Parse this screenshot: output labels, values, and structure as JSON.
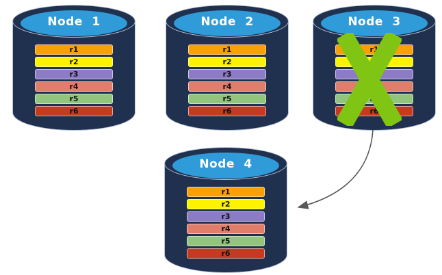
{
  "colors": {
    "background": "#FFFFFF",
    "cylinder_body": "#20304F",
    "cylinder_top": "#2F9CD9",
    "cylinder_outline": "#B7C4D4"
  },
  "row_colors": [
    "#F9A004",
    "#FDF300",
    "#8C7BC5",
    "#E07E6B",
    "#93C47D",
    "#C53B21"
  ],
  "nodes": [
    {
      "label": "Node 1",
      "failed": false,
      "rows": [
        "r1",
        "r2",
        "r3",
        "r4",
        "r5",
        "r6"
      ]
    },
    {
      "label": "Node 2",
      "failed": false,
      "rows": [
        "r1",
        "r2",
        "r3",
        "r4",
        "r5",
        "r6"
      ]
    },
    {
      "label": "Node 3",
      "failed": true,
      "rows": [
        "r1",
        "r2",
        "r3",
        "r4",
        "r5",
        "r6"
      ]
    },
    {
      "label": "Node 4",
      "failed": false,
      "rows": [
        "r1",
        "r2",
        "r3",
        "r4",
        "r5",
        "r6"
      ]
    }
  ],
  "failure_mark": {
    "icon": "x-cross",
    "color": "#80C414",
    "on_node": "Node 3"
  },
  "arrow": {
    "color": "#595959",
    "from": "Node 3",
    "to": "Node 4"
  }
}
